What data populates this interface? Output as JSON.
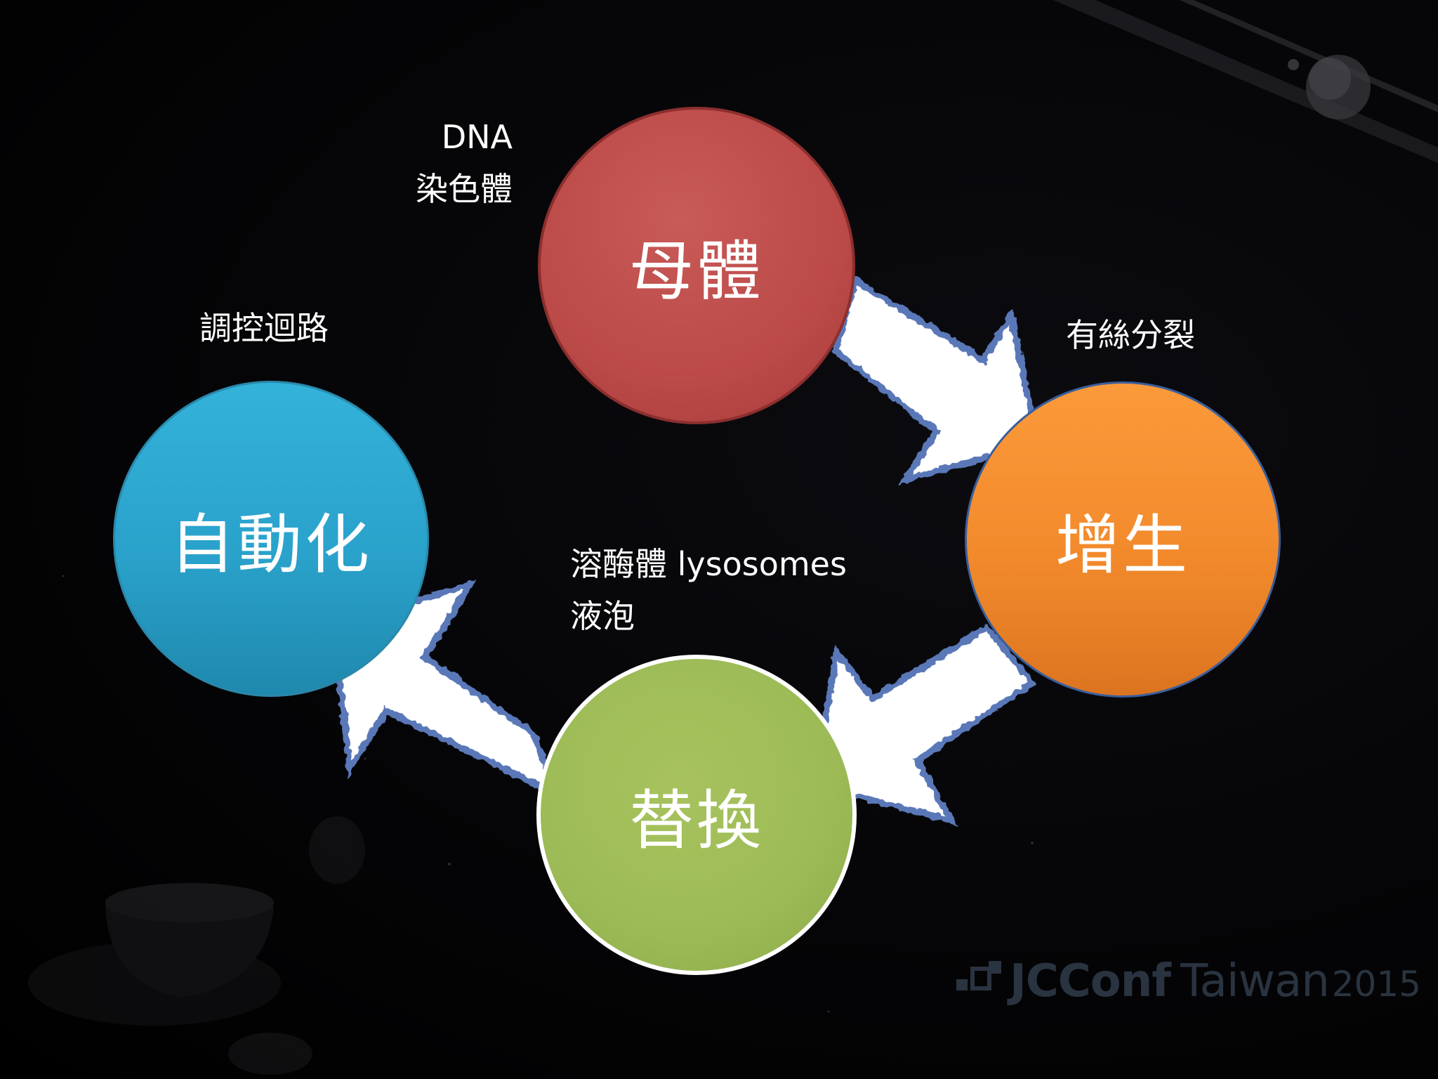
{
  "nodes": {
    "mother": "母體",
    "proliferate": "增生",
    "replace": "替換",
    "automate": "自動化"
  },
  "labels": {
    "dna_line1": "DNA",
    "dna_line2": "染色體",
    "mitosis": "有絲分裂",
    "regulation": "調控迴路",
    "lysosome_line1": "溶酶體 lysosomes",
    "lysosome_line2": "液泡"
  },
  "logo": {
    "name": "JCConf",
    "region": "Taiwan",
    "year": "2015"
  },
  "colors": {
    "mother": "#bb4a48",
    "proliferate": "#f28a2c",
    "replace": "#9cbb56",
    "automate": "#2aa2cb",
    "arrow_fill": "#ffffff",
    "arrow_outline": "#5a78b8"
  }
}
